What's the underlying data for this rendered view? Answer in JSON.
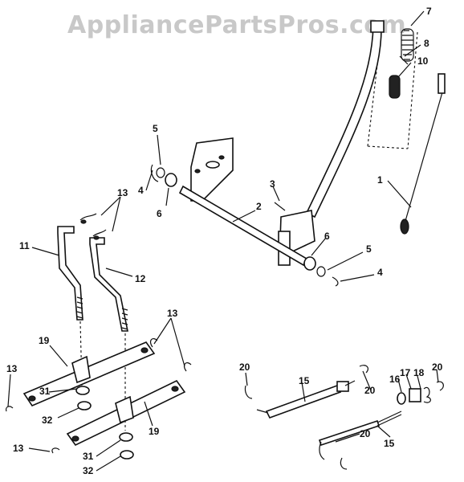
{
  "watermark": "AppliancePartsPros.com",
  "callouts": {
    "c1": "1",
    "c2": "2",
    "c3": "3",
    "c4a": "4",
    "c4b": "4",
    "c5a": "5",
    "c5b": "5",
    "c6a": "6",
    "c6b": "6",
    "c7": "7",
    "c8": "8",
    "c10": "10",
    "c11": "11",
    "c12": "12",
    "c13a": "13",
    "c13b": "13",
    "c13c": "13",
    "c13d": "13",
    "c15a": "15",
    "c15b": "15",
    "c16": "16",
    "c17": "17",
    "c18": "18",
    "c19a": "19",
    "c19b": "19",
    "c20a": "20",
    "c20b": "20",
    "c20c": "20",
    "c20d": "20",
    "c31a": "31",
    "c31b": "31",
    "c32a": "32",
    "c32b": "32"
  }
}
